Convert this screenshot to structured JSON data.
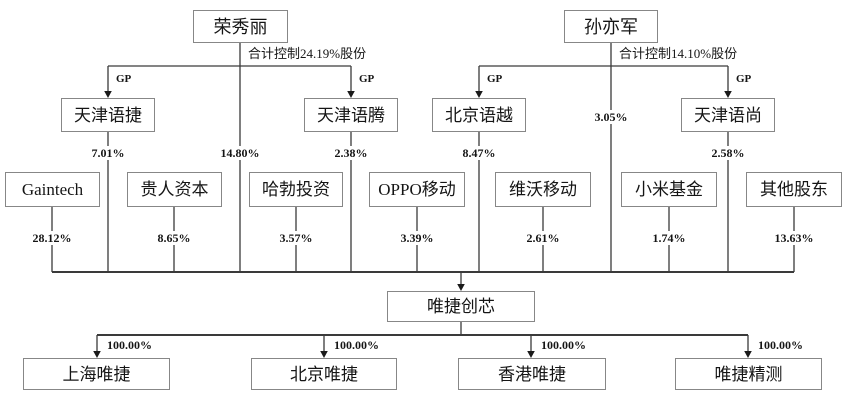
{
  "controllers": {
    "rong": {
      "name": "荣秀丽",
      "note": "合计控制24.19%股份",
      "direct_pct": "14.80%"
    },
    "sun": {
      "name": "孙亦军",
      "note": "合计控制14.10%股份",
      "direct_pct": "3.05%"
    }
  },
  "gp_label": "GP",
  "gp_entities": [
    {
      "name": "天津语捷",
      "pct": "7.01%"
    },
    {
      "name": "天津语腾",
      "pct": "2.38%"
    },
    {
      "name": "北京语越",
      "pct": "8.47%"
    },
    {
      "name": "天津语尚",
      "pct": "2.58%"
    }
  ],
  "shareholders": [
    {
      "name": "Gaintech",
      "pct": "28.12%"
    },
    {
      "name": "贵人资本",
      "pct": "8.65%"
    },
    {
      "name": "哈勃投资",
      "pct": "3.57%"
    },
    {
      "name": "OPPO移动",
      "pct": "3.39%"
    },
    {
      "name": "维沃移动",
      "pct": "2.61%"
    },
    {
      "name": "小米基金",
      "pct": "1.74%"
    },
    {
      "name": "其他股东",
      "pct": "13.63%"
    }
  ],
  "company": {
    "name": "唯捷创芯"
  },
  "subsidiaries": [
    {
      "name": "上海唯捷",
      "pct": "100.00%"
    },
    {
      "name": "北京唯捷",
      "pct": "100.00%"
    },
    {
      "name": "香港唯捷",
      "pct": "100.00%"
    },
    {
      "name": "唯捷精测",
      "pct": "100.00%"
    }
  ],
  "colors": {
    "line": "#3a3a3a",
    "box_border": "#878787",
    "text": "#151515"
  }
}
